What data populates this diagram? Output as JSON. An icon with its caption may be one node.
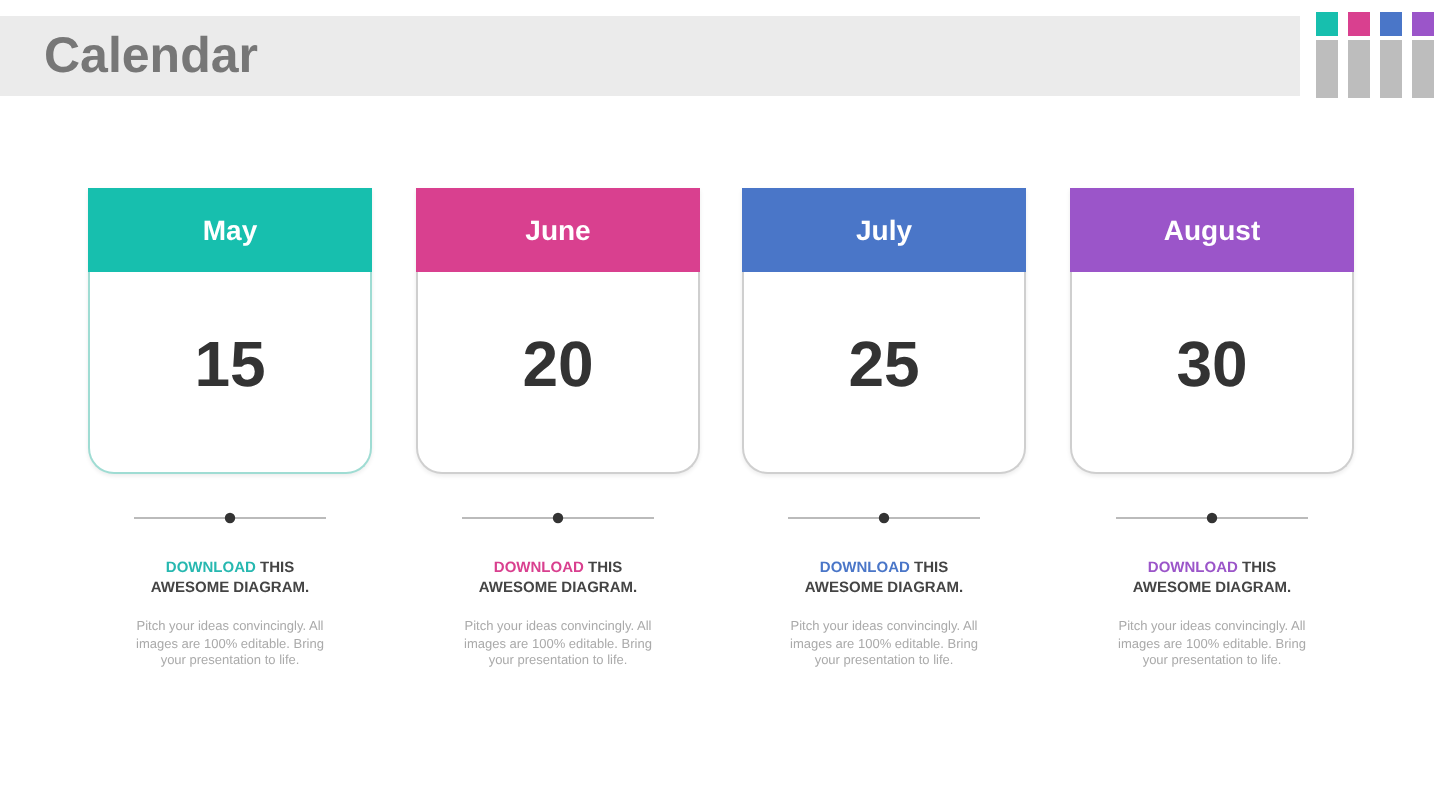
{
  "diagram": {
    "title": "Calendar",
    "nodes": [
      {
        "text": [
          "May",
          "15"
        ],
        "beside": [
          "**DOWNLOAD** THIS AWESOME DIAGRAM.",
          "Pitch your ideas convincingly. All images are 100% editable. Bring your presentation to life."
        ]
      },
      {
        "text": [
          "June",
          "20"
        ],
        "beside": [
          "**DOWNLOAD** THIS AWESOME DIAGRAM.",
          "Pitch your ideas convincingly. All images are 100% editable. Bring your presentation to life."
        ]
      },
      {
        "text": [
          "July",
          "25"
        ],
        "beside": [
          "**DOWNLOAD** THIS AWESOME DIAGRAM.",
          "Pitch your ideas convincingly. All images are 100% editable. Bring your presentation to life."
        ]
      },
      {
        "text": [
          "August",
          "30"
        ],
        "beside": [
          "**DOWNLOAD** THIS AWESOME DIAGRAM.",
          "Pitch your ideas convincingly. All images are 100% editable. Bring your presentation to life."
        ]
      }
    ]
  }
}
